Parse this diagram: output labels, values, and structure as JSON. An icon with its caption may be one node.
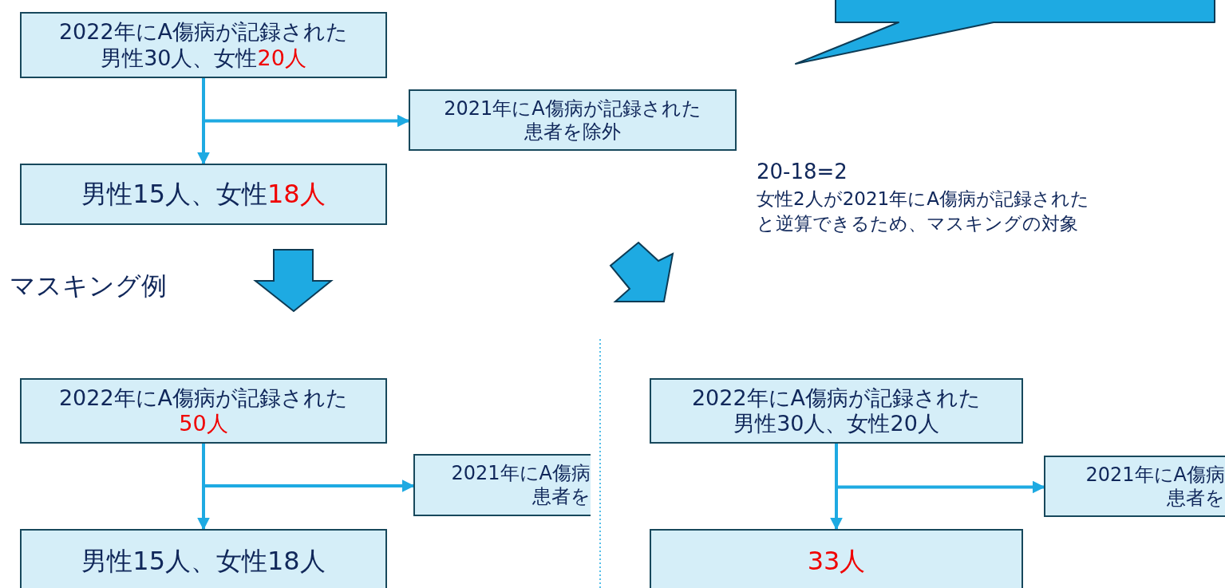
{
  "diagram": {
    "nodes": [
      {
        "text": [
          "2022年にA傷病が記録された",
          "男性30人、女性",
          "20人"
        ]
      },
      {
        "text": [
          "2021年にA傷病が記録された患者を除外"
        ]
      },
      {
        "text": [
          "男性15人、女性",
          "18人"
        ]
      },
      {
        "text": [
          "2022年にA傷病が記録された",
          "50人"
        ]
      },
      {
        "text": [
          "2021年にA傷病患者を"
        ]
      },
      {
        "text": [
          "男性15人、女性18人"
        ]
      },
      {
        "text": [
          "2022年にA傷病が記録された",
          "男性30人、女性20人"
        ]
      },
      {
        "text": [
          "2021年にA傷病患者を"
        ]
      },
      {
        "text": [
          "33人"
        ]
      },
      {
        "text": [],
        "shape": "callout"
      }
    ],
    "edges": [
      {
        "from": 0,
        "to": 2,
        "arrow": "to"
      },
      {
        "from": 0,
        "to": 1,
        "arrow": "to"
      },
      {
        "from": 3,
        "to": 5,
        "arrow": "to"
      },
      {
        "from": 3,
        "to": 4,
        "arrow": "to"
      },
      {
        "from": 6,
        "to": 8,
        "arrow": "to"
      },
      {
        "from": 6,
        "to": 7,
        "arrow": "to"
      }
    ],
    "labels": [
      "マスキング例",
      "20-18=2",
      "女性2人が2021年にA傷病が記録されたと逆算できるため、マスキングの対象"
    ]
  }
}
